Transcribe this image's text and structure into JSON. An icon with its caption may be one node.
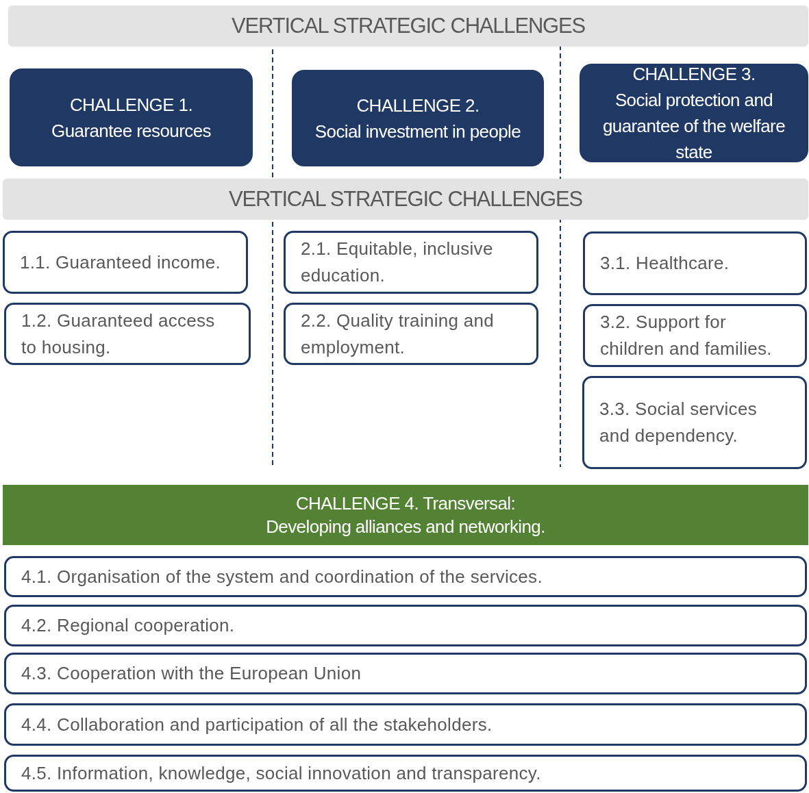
{
  "diagram": {
    "nodes": [
      {
        "text": [
          "VERTICAL STRATEGIC CHALLENGES"
        ]
      },
      {
        "text": [
          "CHALLENGE 1.",
          "Guarantee resources"
        ]
      },
      {
        "text": [
          "CHALLENGE 2.",
          "Social investment in people"
        ]
      },
      {
        "text": [
          "CHALLENGE 3.",
          "Social protection and guarantee of the welfare state"
        ]
      },
      {
        "text": [
          "VERTICAL STRATEGIC CHALLENGES"
        ]
      },
      {
        "text": [
          "1.1. Guaranteed income."
        ]
      },
      {
        "text": [
          "1.2. Guaranteed access to housing."
        ]
      },
      {
        "text": [
          "2.1. Equitable, inclusive education."
        ]
      },
      {
        "text": [
          "2.2. Quality training and employment."
        ]
      },
      {
        "text": [
          "3.1. Healthcare."
        ]
      },
      {
        "text": [
          "3.2. Support for children and families."
        ]
      },
      {
        "text": [
          "3.3. Social services and dependency."
        ]
      },
      {
        "text": [
          "CHALLENGE 4. Transversal:",
          "Developing alliances and networking."
        ]
      },
      {
        "text": [
          "4.1. Organisation of the system and coordination of the services."
        ]
      },
      {
        "text": [
          "4.2. Regional cooperation."
        ]
      },
      {
        "text": [
          "4.3. Cooperation with the European Union"
        ]
      },
      {
        "text": [
          "4.4. Collaboration and participation of all the stakeholders."
        ]
      },
      {
        "text": [
          "4.5. Information, knowledge, social innovation and transparency."
        ]
      }
    ],
    "edges": []
  }
}
